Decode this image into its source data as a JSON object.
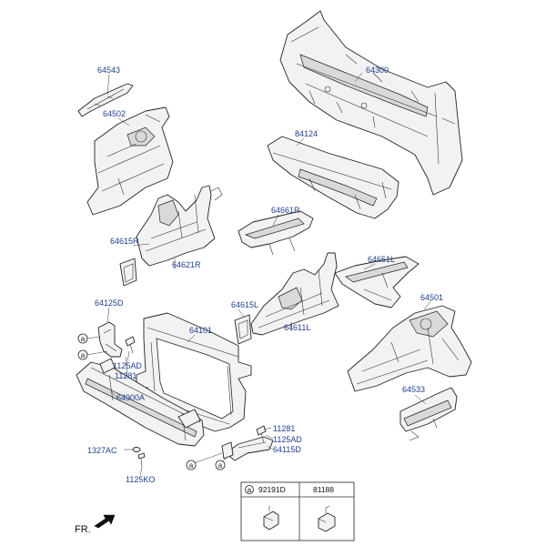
{
  "labels": {
    "p64543": "64543",
    "p64300": "64300",
    "p64502": "64502",
    "p84124": "84124",
    "p64661R": "64661R",
    "p64615R": "64615R",
    "p64621R": "64621R",
    "p64651L": "64651L",
    "p64615L": "64615L",
    "p64501": "64501",
    "p64125D": "64125D",
    "p64101": "64101",
    "p64611L": "64611L",
    "p1125AD_a": "1125AD",
    "p11281_a": "11281",
    "p64900A": "64900A",
    "p64533": "64533",
    "p11281_b": "11281",
    "p1125AD_b": "1125AD",
    "p64115D": "64115D",
    "p1327AC": "1327AC",
    "p1125KO": "1125KO"
  },
  "callouts": {
    "c1": "a",
    "c2": "a",
    "c3": "a",
    "c4": "a"
  },
  "legend": {
    "marker": "a",
    "col1": "92191D",
    "col2": "81188"
  },
  "direction": {
    "text": "FR."
  }
}
